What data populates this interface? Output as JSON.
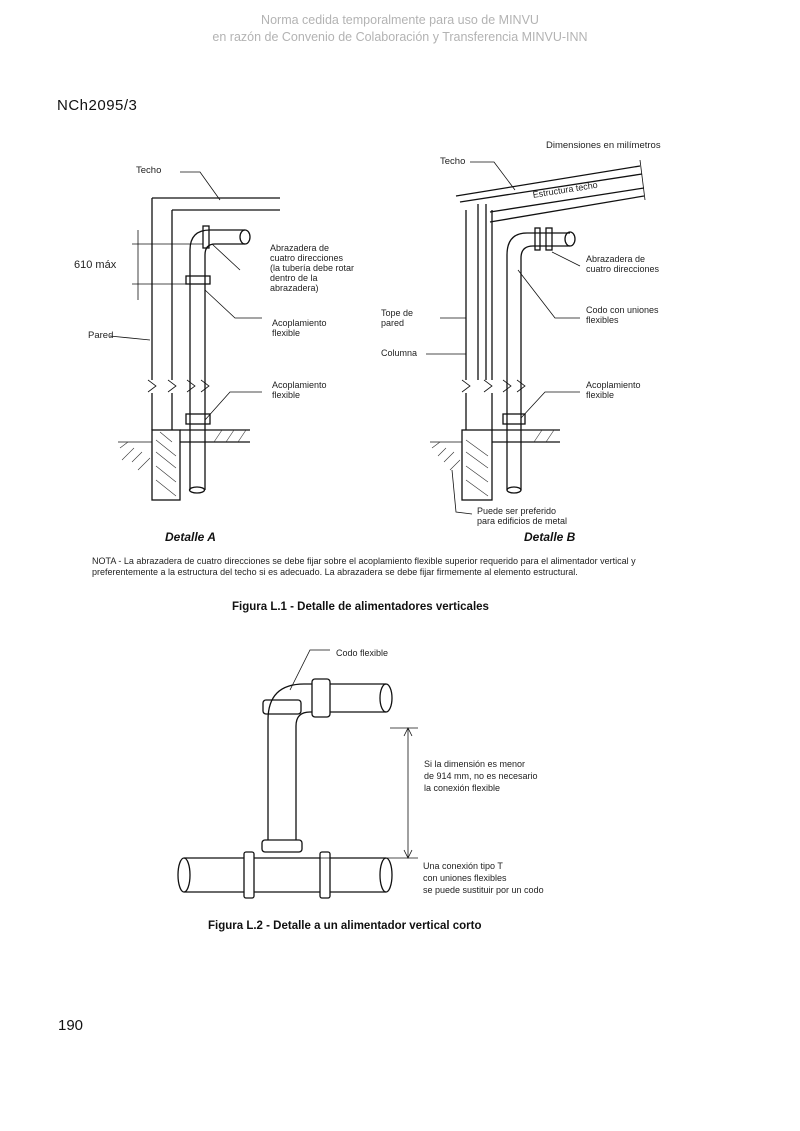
{
  "watermark": {
    "line1": "Norma cedida temporalmente para uso de MINVU",
    "line2": "en razón de Convenio de Colaboración y Transferencia MINVU-INN"
  },
  "header": {
    "standard_code": "NCh2095/3"
  },
  "figure_l1": {
    "units_note": "Dimensiones en milímetros",
    "detail_a": {
      "title": "Detalle A",
      "labels": {
        "techo": "Techo",
        "dimension": "610 máx",
        "abrazadera": "Abrazadera de\ncuatro direcciones\n(la tubería debe rotar\ndentro de la\nabrazadera)",
        "acoplamiento_flexible_top": "Acoplamiento\nflexible",
        "pared": "Pared",
        "acoplamiento_flexible_bottom": "Acoplamiento\nflexible"
      }
    },
    "detail_b": {
      "title": "Detalle B",
      "labels": {
        "techo": "Techo",
        "estructura_techo": "Estructura techo",
        "abrazadera": "Abrazadera de\ncuatro direcciones",
        "codo": "Codo con uniones\nflexibles",
        "tope": "Tope de\npared",
        "columna": "Columna",
        "acoplamiento": "Acoplamiento\nflexible",
        "puede": "Puede ser preferido\npara edificios de metal"
      }
    },
    "note": "NOTA - La abrazadera de cuatro direcciones se debe fijar sobre el acoplamiento flexible superior requerido para el alimentador vertical y preferentemente a la estructura del techo si es adecuado. La abrazadera se debe fijar firmemente al elemento estructural.",
    "caption": "Figura L.1 - Detalle de alimentadores verticales"
  },
  "figure_l2": {
    "labels": {
      "codo_flexible": "Codo flexible",
      "dimension_note": "Si la dimensión es menor\nde 914 mm, no es necesario\nla conexión flexible",
      "tee_note": "Una conexión tipo T\ncon uniones flexibles\nse puede sustituir por un codo"
    },
    "caption": "Figura L.2 - Detalle a un alimentador vertical corto"
  },
  "footer": {
    "page_number": "190"
  }
}
